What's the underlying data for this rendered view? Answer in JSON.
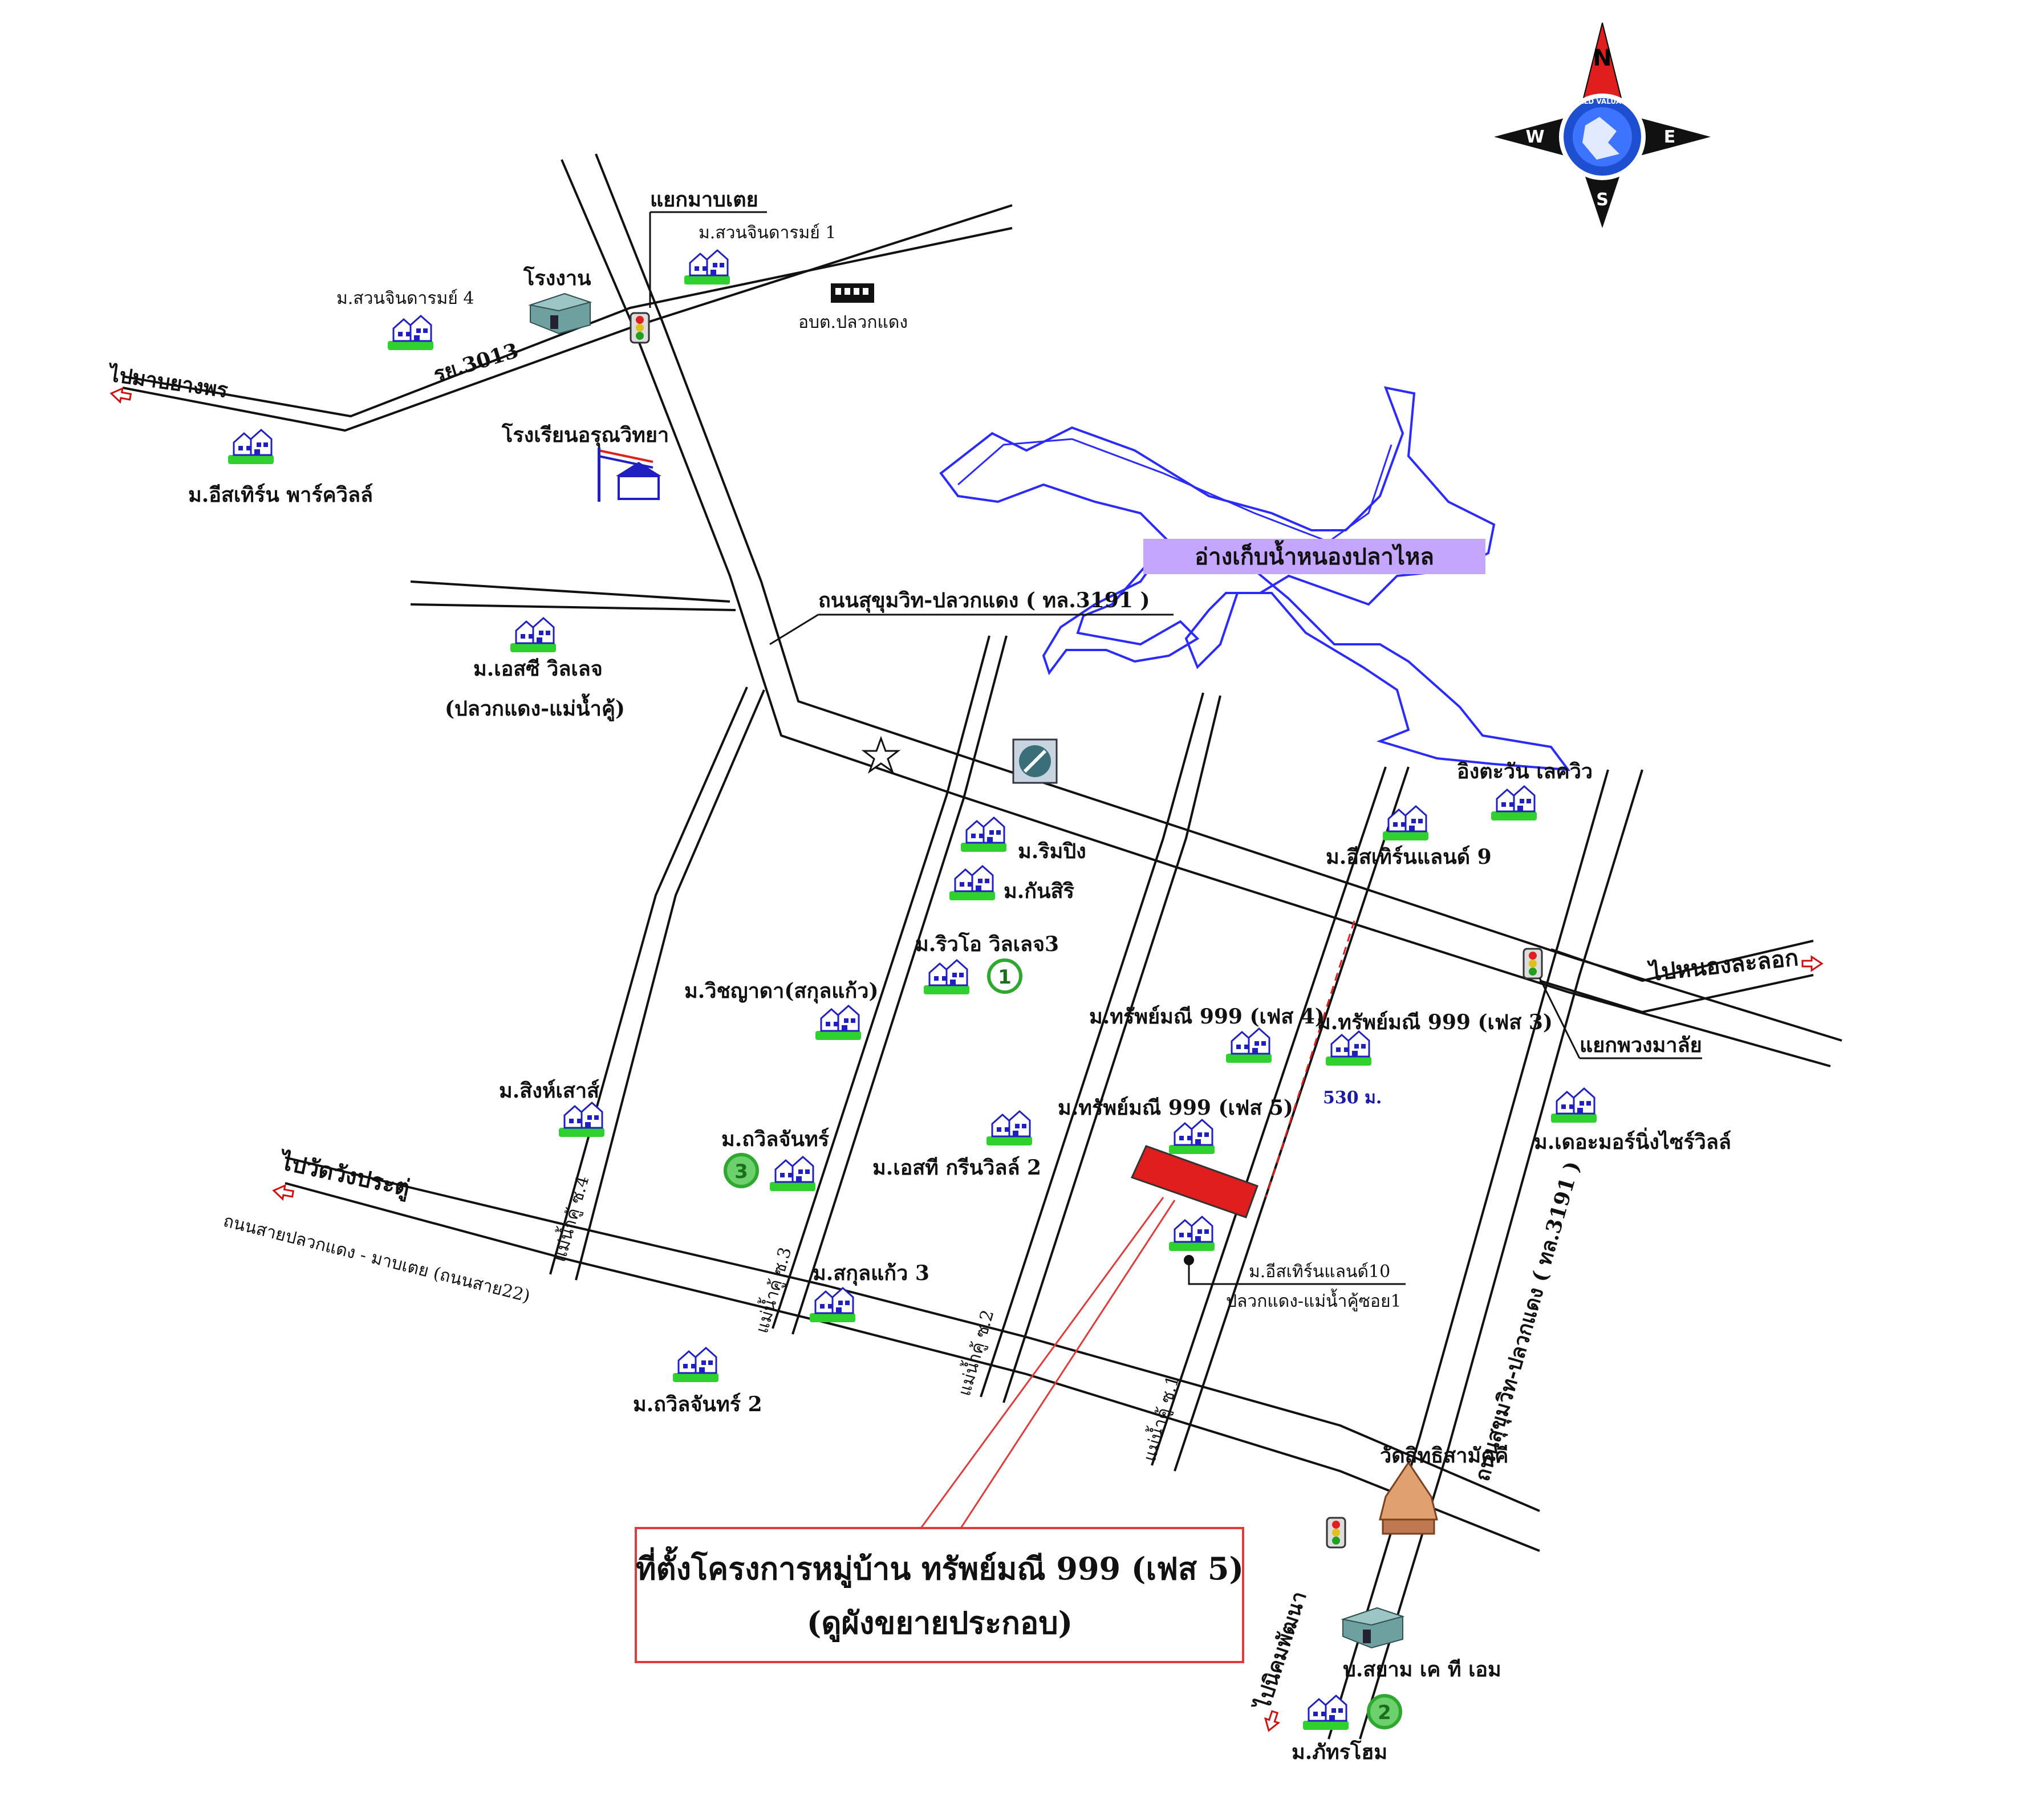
{
  "road_labels": {
    "sukhumvit_pluak_daeng": "ถนนสุขุมวิท-ปลวกแดง ( ทล.3191 )",
    "sukhumvit_pluak_daeng_vertical": "ถนนสุขุมวิท-ปลวกแดง ( ทล.3191 )",
    "ry3013": "รย.3013",
    "sai_pluak_daeng_map_ta_phut": "ถนนสายปลวกแดง - มาบเตย (ถนนสาย22)",
    "soi4": "แม่น้ำคู้ ซ.4",
    "soi3": "แม่น้ำคู้ ซ.3",
    "soi2": "แม่น้ำคู้ ซ.2",
    "soi1": "แม่น้ำคู้ ซ.1",
    "distance": "530 ม."
  },
  "directions": {
    "to_map_yang_phon": "ไปมาบยางพร",
    "to_wat_wang_pratu": "ไปวัดวังประตู่",
    "to_nong_la_lok": "ไปหนองละลอก",
    "to_nikhom_phatthana": "ไปนิคมพัฒนา"
  },
  "junctions": {
    "map_toei": "แยกมาบเตย",
    "phuang_malai": "แยกพวงมาลัย"
  },
  "reservoir": "อ่างเก็บน้ำหนองปลาไหล",
  "places": {
    "factory": "โรงงาน",
    "suan_jindaram_1": "ม.สวนจินดารมย์ 1",
    "suan_jindaram_4": "ม.สวนจินดารมย์ 4",
    "obt_pluak_daeng": "อบต.ปลวกแดง",
    "eastern_park_villa": "ม.อีสเทิร์น พาร์ควิลล์",
    "school": "โรงเรียนอรุณวิทยา",
    "sc_village": "ม.เอสซี วิลเลจ",
    "sc_village_sub": "(ปลวกแดง-แม่น้ำคู้)",
    "rim_ping": "ม.ริมปิง",
    "kan_siri": "ม.กันสิริ",
    "rio_village3": "ม.ริวโอ วิลเลจ3",
    "wichayada": "ม.วิชญาดา(สกุลแก้ว)",
    "sing_sao_sa": "ม.สิงห์เสาส์",
    "tawin_chan": "ม.ถวิลจันทร์",
    "st_green_ville2": "ม.เอสที กรีนวิลล์ 2",
    "sakun_kaew3": "ม.สกุลแก้ว 3",
    "tawin_chan2": "ม.ถวิลจันทร์ 2",
    "sapmanee_phase4": "ม.ทรัพย์มณี 999 (เฟส 4)",
    "sapmanee_phase3": "ม.ทรัพย์มณี 999 (เฟส 3)",
    "sapmanee_phase5": "ม.ทรัพย์มณี 999 (เฟส 5)",
    "eastern_land9": "ม.อีสเทิร์นแลนด์ 9",
    "ing_tawan_lake": "อิงตะวัน เลควิว",
    "the_morning_ville": "ม.เดอะมอร์นิ่งไซร์วิลล์",
    "eastern_land10": "ม.อีสเทิร์นแลนด์10",
    "eastern_land10_sub": "ปลวกแดง-แม่น้ำคู้ซอย1",
    "wat": "วัดสิทธิสามัคคี",
    "siam_ktm": "บ.สยาม เค ที เอม",
    "phattra_home": "ม.ภัทรโฮม"
  },
  "markers": {
    "one": "1",
    "two": "2",
    "three": "3"
  },
  "compass": {
    "n": "N",
    "s": "S",
    "e": "E",
    "w": "W",
    "ring": "WORLD VALUATION"
  },
  "callout": {
    "line1": "ที่ตั้งโครงการหมู่บ้าน ทรัพย์มณี 999 (เฟส 5)",
    "line2": "(ดูผังขยายประกอบ)"
  },
  "colors": {
    "road_outline": "#111111",
    "reservoir_line": "#2b2bff",
    "reservoir_label_bg": "#c4a6ff",
    "site_fill": "#e01e1e",
    "callout_border": "#e03a3a",
    "marker_green": "#2ea82e"
  }
}
